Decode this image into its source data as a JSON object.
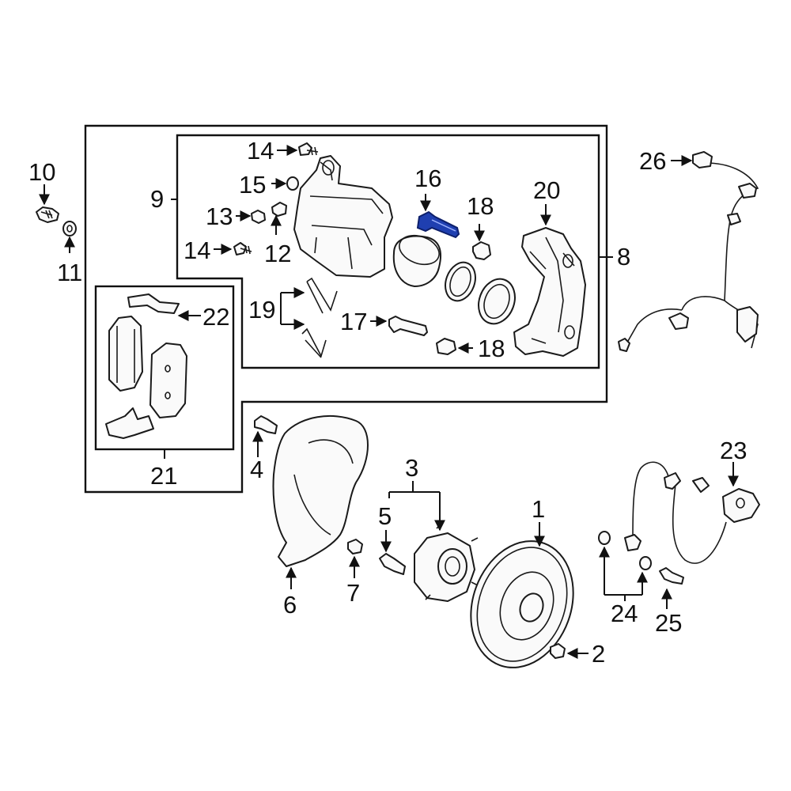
{
  "callouts": {
    "c1": "1",
    "c2": "2",
    "c3": "3",
    "c4": "4",
    "c5": "5",
    "c6": "6",
    "c7": "7",
    "c8": "8",
    "c9": "9",
    "c10": "10",
    "c11": "11",
    "c12": "12",
    "c13": "13",
    "c14a": "14",
    "c14b": "14",
    "c15": "15",
    "c16": "16",
    "c17": "17",
    "c18a": "18",
    "c18b": "18",
    "c19": "19",
    "c20": "20",
    "c21": "21",
    "c22": "22",
    "c23": "23",
    "c24": "24",
    "c25": "25",
    "c26": "26"
  },
  "highlight": {
    "part": "16",
    "color": "#1f3fb0"
  }
}
